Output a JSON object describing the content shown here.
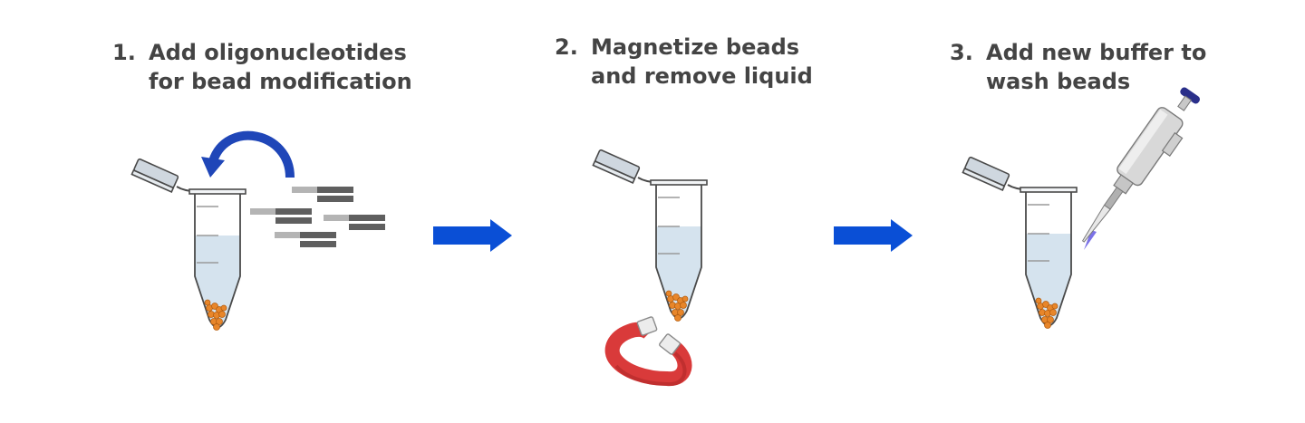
{
  "steps": [
    {
      "number": "1.",
      "line1": "Add oligonucleotides",
      "line2": "for bead modification"
    },
    {
      "number": "2.",
      "line1": "Magnetize beads",
      "line2": "and remove liquid"
    },
    {
      "number": "3.",
      "line1": "Add new buffer to",
      "line2": "wash beads"
    }
  ],
  "colors": {
    "text": "#444444",
    "arrow": "#0a4fd6",
    "liquid": "#d5e3ee",
    "beads": "#e8862a",
    "magnet_red": "#d93a3a",
    "oligo_dark": "#5f5f5f",
    "oligo_light": "#b4b4b4",
    "pipette_tip": "#7b72e6",
    "pipette_plunger": "#2a2f8a"
  },
  "icons": [
    "curved-arrow-icon",
    "oligonucleotide-icon",
    "microcentrifuge-tube-icon",
    "horseshoe-magnet-icon",
    "pipette-icon",
    "right-arrow-icon"
  ]
}
